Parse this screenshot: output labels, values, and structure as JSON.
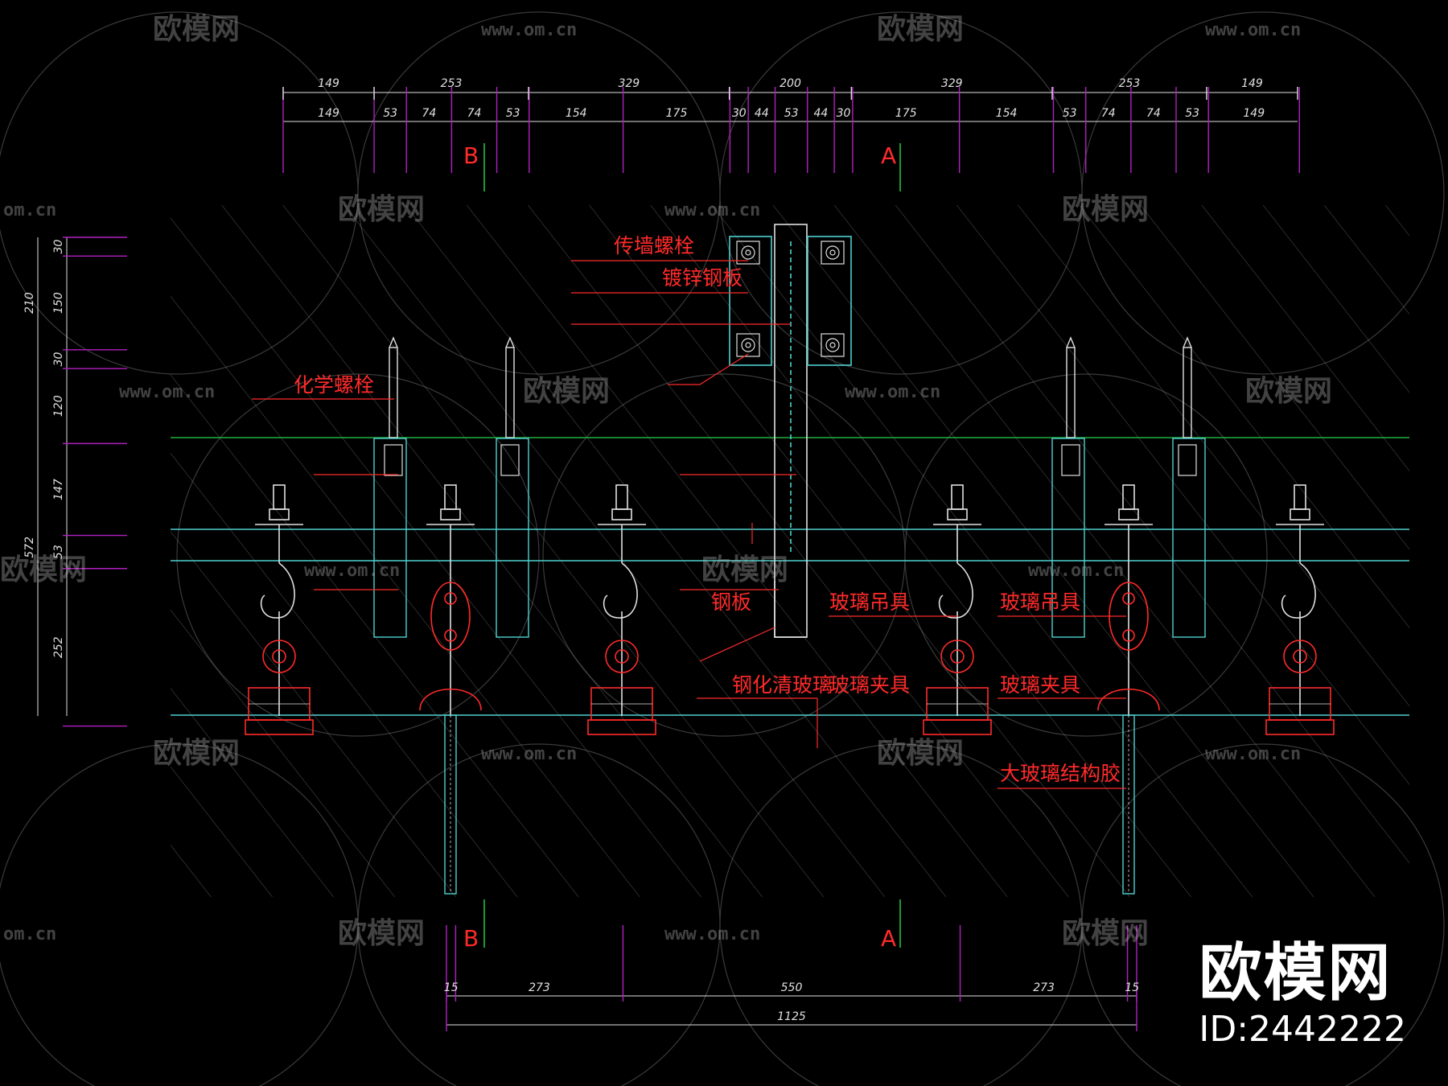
{
  "top_dims_row1": [
    "149",
    "253",
    "329",
    "200",
    "329",
    "253",
    "149"
  ],
  "top_dims_row2": [
    "149",
    "53",
    "74",
    "74",
    "53",
    "154",
    "175",
    "30",
    "44",
    "53",
    "44",
    "30",
    "175",
    "154",
    "53",
    "74",
    "74",
    "53",
    "149"
  ],
  "left_dims": [
    "30",
    "150",
    "30",
    "120",
    "147",
    "53",
    "252"
  ],
  "left_dims_total": [
    "210",
    "572"
  ],
  "bottom_dims_row1": [
    "15",
    "273",
    "550",
    "273",
    "15"
  ],
  "bottom_dims_total": "1125",
  "section_marks": [
    "B",
    "A",
    "B",
    "A"
  ],
  "labels": {
    "wall_bolt": "传墙螺栓",
    "galv_plate": "镀锌钢板",
    "chem_bolt": "化学螺栓",
    "steel_plate": "钢板",
    "glass_hanger_1": "玻璃吊具",
    "glass_hanger_2": "玻璃吊具",
    "tempered_glass": "钢化清玻璃",
    "glass_clamp_1": "玻璃夹具",
    "glass_clamp_2": "玻璃夹具",
    "structural_glue": "大玻璃结构胶"
  },
  "watermark": {
    "logo": "欧模网",
    "url": "www.om.cn",
    "url_partial": "om.cn"
  },
  "brand": {
    "name": "欧模网",
    "id": "ID:2442222"
  },
  "colors": {
    "background": "#000000",
    "cyan": "#4fd0d0",
    "magenta": "#b020c0",
    "red": "#ff2a2a",
    "green": "#20c040",
    "white": "#e0e0e0"
  }
}
